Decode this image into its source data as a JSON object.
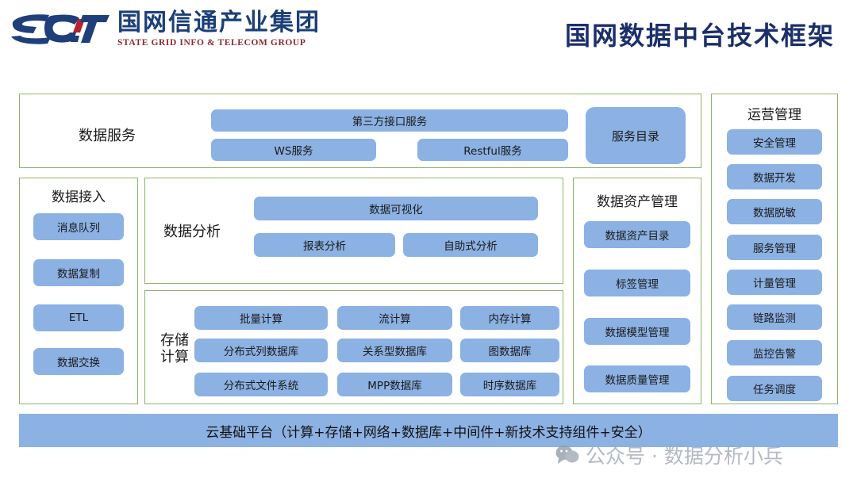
{
  "header": {
    "logo_cn": "国网信通产业集团",
    "logo_en": "STATE GRID INFO & TELECOM GROUP",
    "logo_mark": "sgit-logo",
    "title": "国网数据中台技术框架",
    "title_color": "#1b2f6b"
  },
  "theme": {
    "chip_blue": "#8cb1e3",
    "frame_green": "#8fb36b",
    "background": "#ffffff"
  },
  "data_service": {
    "label": "数据服务",
    "items": [
      {
        "label": "第三方接口服务"
      },
      {
        "label": "WS服务"
      },
      {
        "label": "Restful服务"
      }
    ],
    "catalog": "服务目录"
  },
  "data_ingest": {
    "title": "数据接入",
    "items": [
      "消息队列",
      "数据复制",
      "ETL",
      "数据交换"
    ]
  },
  "data_analysis": {
    "label": "数据分析",
    "items": [
      "数据可视化",
      "报表分析",
      "自助式分析"
    ]
  },
  "storage_compute": {
    "label": "存储\n计算",
    "label_line1": "存储",
    "label_line2": "计算",
    "rows": [
      [
        "批量计算",
        "流计算",
        "内存计算"
      ],
      [
        "分布式列数据库",
        "关系型数据库",
        "图数据库"
      ],
      [
        "分布式文件系统",
        "MPP数据库",
        "时序数据库"
      ]
    ]
  },
  "asset_management": {
    "title": "数据资产管理",
    "items": [
      "数据资产目录",
      "标签管理",
      "数据模型管理",
      "数据质量管理"
    ]
  },
  "operation_management": {
    "title": "运营管理",
    "items": [
      "安全管理",
      "数据开发",
      "数据脱敏",
      "服务管理",
      "计量管理",
      "链路监测",
      "监控告警",
      "任务调度"
    ]
  },
  "cloud_platform": {
    "label": "云基础平台（计算+存储+网络+数据库+中间件+新技术支持组件+安全）"
  },
  "watermark": {
    "icon": "wechat-icon",
    "text": "公众号 · 数据分析小兵"
  }
}
